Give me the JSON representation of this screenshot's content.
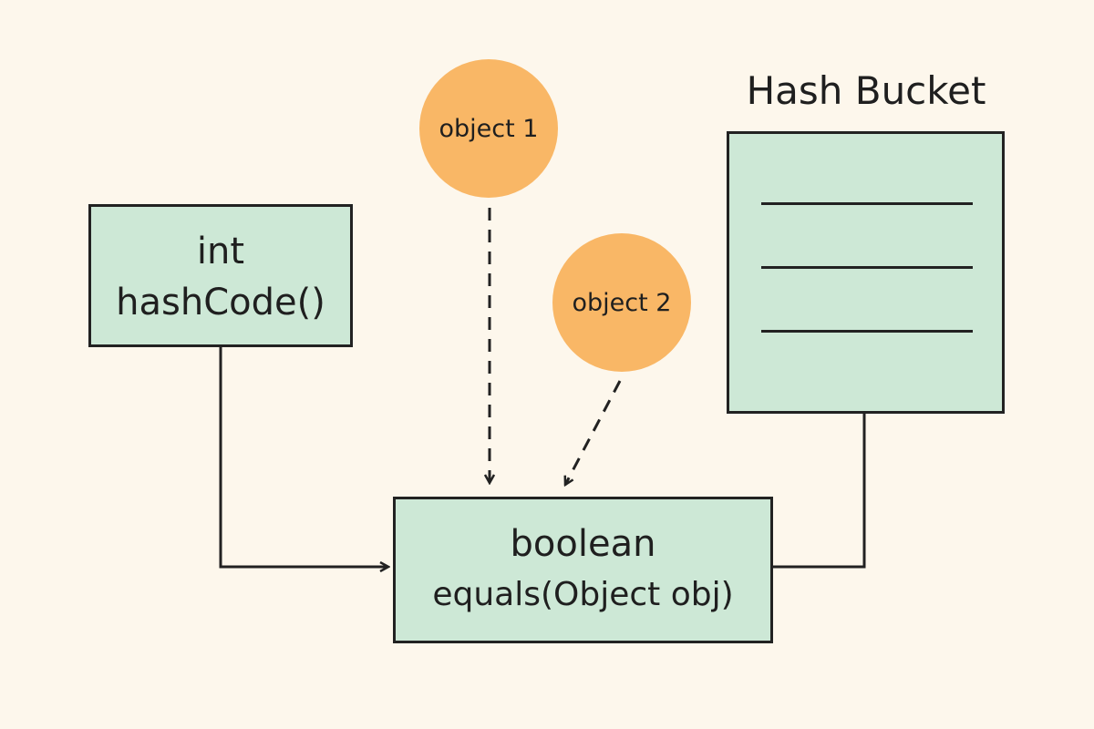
{
  "diagram": {
    "hashcode_box": {
      "line1": "int",
      "line2": "hashCode()"
    },
    "equals_box": {
      "line1": "boolean",
      "line2": "equals(Object obj)"
    },
    "object1": {
      "label": "object 1"
    },
    "object2": {
      "label": "object 2"
    },
    "hash_bucket": {
      "title": "Hash Bucket",
      "slot_count": 3
    }
  },
  "colors": {
    "background": "#fdf7ec",
    "box_fill": "#cde8d6",
    "object_fill": "#f9b766",
    "stroke": "#222222"
  }
}
